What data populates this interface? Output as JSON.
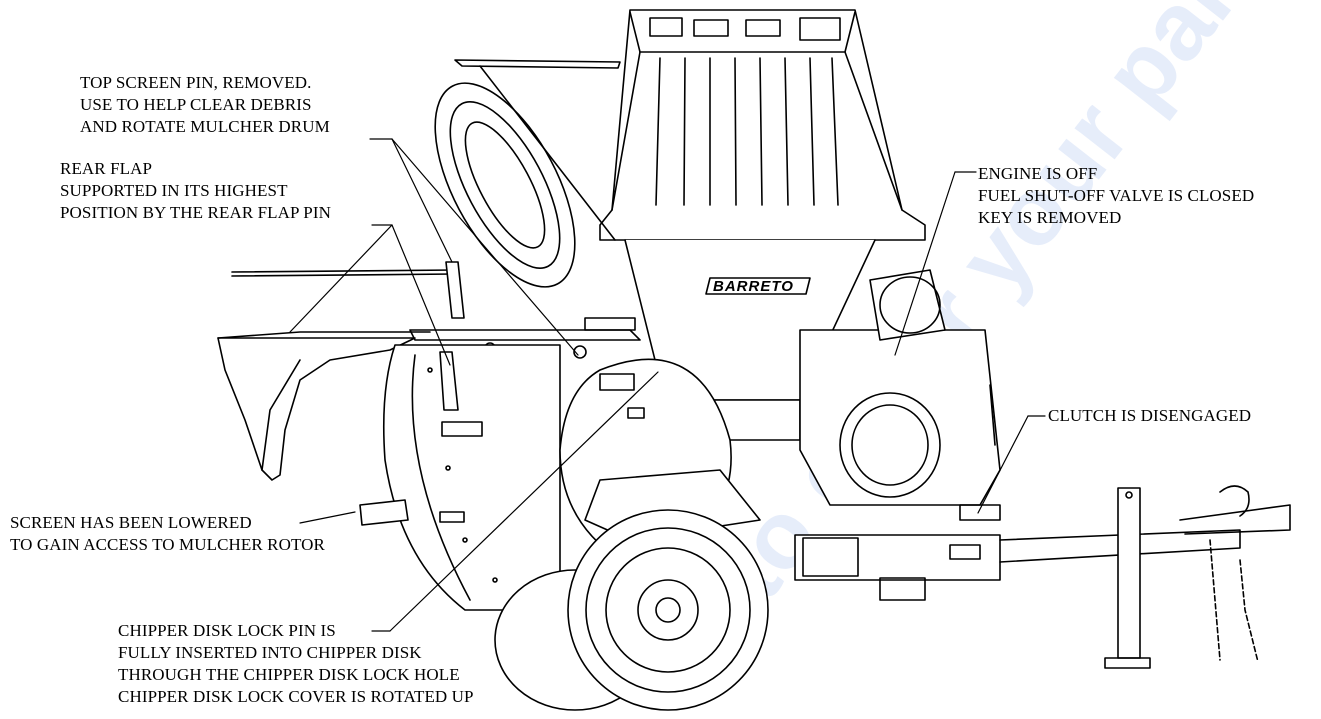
{
  "brand": "BARRETO",
  "watermark": "... to order your parts",
  "colors": {
    "line": "#000000",
    "background": "#ffffff",
    "watermark": "#c9d8f5"
  },
  "callouts": {
    "top_screen_pin": {
      "lines": [
        "TOP SCREEN PIN, REMOVED.",
        "USE TO HELP CLEAR DEBRIS",
        "AND ROTATE MULCHER DRUM"
      ]
    },
    "rear_flap": {
      "lines": [
        "REAR FLAP",
        "SUPPORTED IN ITS HIGHEST",
        "POSITION BY THE REAR FLAP PIN"
      ]
    },
    "engine": {
      "lines": [
        "ENGINE IS OFF",
        "FUEL SHUT-OFF VALVE IS CLOSED",
        "KEY IS REMOVED"
      ]
    },
    "clutch": {
      "lines": [
        "CLUTCH IS DISENGAGED"
      ]
    },
    "screen": {
      "lines": [
        "SCREEN HAS BEEN LOWERED",
        "TO GAIN ACCESS TO MULCHER ROTOR"
      ]
    },
    "chipper": {
      "lines": [
        "CHIPPER DISK LOCK PIN IS",
        "FULLY INSERTED INTO CHIPPER DISK",
        "THROUGH THE CHIPPER DISK LOCK HOLE",
        "CHIPPER DISK LOCK COVER IS ROTATED UP"
      ]
    }
  }
}
